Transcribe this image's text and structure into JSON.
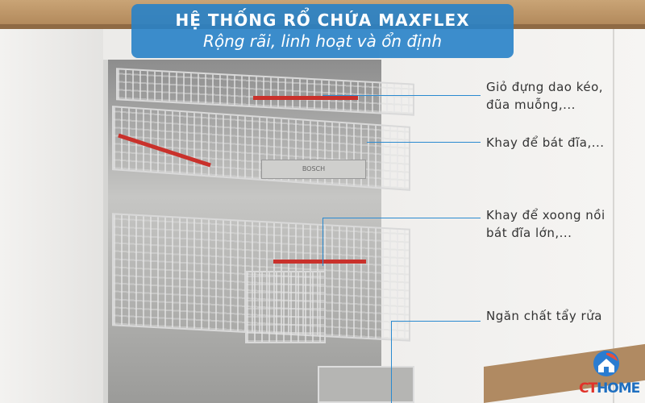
{
  "banner": {
    "title": "HỆ THỐNG RỔ CHỨA MAXFLEX",
    "subtitle": "Rộng rãi, linh hoạt và ổn định"
  },
  "labels": [
    {
      "text": "Giỏ đựng dao kéo,\nđũa muỗng,..."
    },
    {
      "text": "Khay để bát đĩa,..."
    },
    {
      "text": "Khay để xoong nồi\nbát đĩa lớn,..."
    },
    {
      "text": "Ngăn chất tẩy rửa"
    }
  ],
  "handle_brand": "BOSCH",
  "logo": {
    "part1": "CT",
    "part2": "HOME",
    "color1": "#e0322a",
    "color2": "#1f6fc0"
  },
  "colors": {
    "banner": "#2882c8",
    "leader_line": "#2a8ad0",
    "rack_accent": "#c9312b"
  }
}
